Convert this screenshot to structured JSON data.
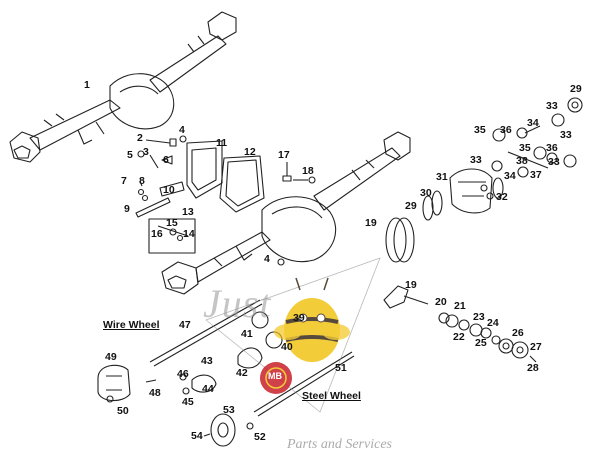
{
  "diagram": {
    "part_numbers": [
      "1",
      "2",
      "3",
      "4",
      "5",
      "6",
      "7",
      "8",
      "9",
      "10",
      "11",
      "12",
      "13",
      "14",
      "15",
      "16",
      "17",
      "18",
      "19",
      "20",
      "21",
      "22",
      "23",
      "24",
      "25",
      "26",
      "27",
      "28",
      "29",
      "30",
      "31",
      "32",
      "33",
      "34",
      "35",
      "36",
      "37",
      "38",
      "39",
      "40",
      "41",
      "42",
      "43",
      "44",
      "45",
      "46",
      "47",
      "48",
      "49",
      "50",
      "51",
      "52",
      "53",
      "54"
    ],
    "section_labels": {
      "wire_wheel": "Wire Wheel",
      "steel_wheel": "Steel Wheel"
    }
  },
  "watermark": {
    "logo_word": "Just",
    "logo_letters": "MB",
    "tagline": "Parts and Services",
    "colors": {
      "bee_yellow": "#f2c417",
      "bee_red": "#c8202a",
      "stripe": "#3a2a1a"
    }
  },
  "colors": {
    "line": "#222222",
    "background": "#ffffff"
  }
}
